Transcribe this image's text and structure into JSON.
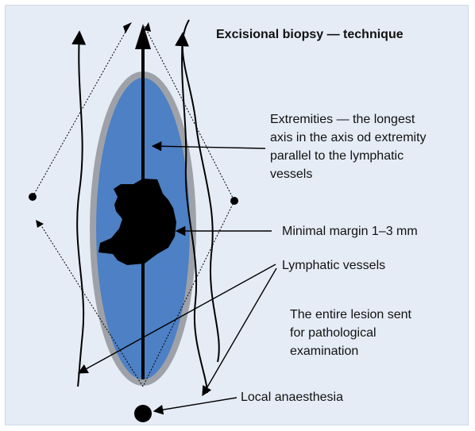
{
  "title": "Excisional biopsy — technique",
  "labels": {
    "extremities": [
      "Extremities — the longest",
      "axis in the axis od extremity",
      "parallel to the lymphatic",
      "vessels"
    ],
    "margin": "Minimal margin 1–3 mm",
    "lymphatic": "Lymphatic vessels",
    "lesion": [
      "The entire lesion sent",
      "for pathological",
      "examination"
    ],
    "anaesthesia": "Local anaesthesia"
  },
  "colors": {
    "background": "#e6ecf6",
    "ellipse_fill": "#4d80c4",
    "ellipse_border": "#9ea2a8",
    "lesion": "#000000"
  }
}
